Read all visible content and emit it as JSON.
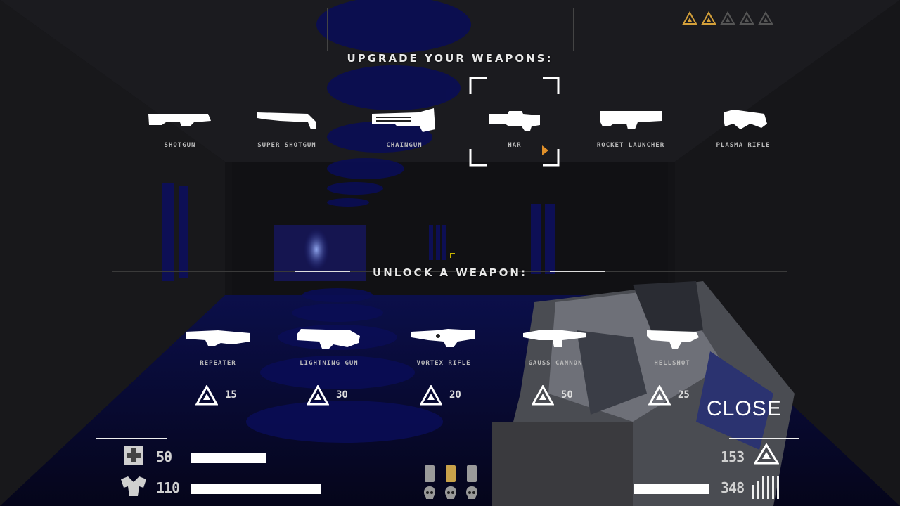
{
  "upgrade_title": "UPGRADE YOUR WEAPONS:",
  "unlock_title": "UNLOCK A WEAPON:",
  "upgrade_weapons": [
    {
      "label": "SHOTGUN",
      "icon": "shotgun-icon"
    },
    {
      "label": "SUPER SHOTGUN",
      "icon": "super-shotgun-icon"
    },
    {
      "label": "CHAINGUN",
      "icon": "chaingun-icon"
    },
    {
      "label": "HAR",
      "icon": "har-icon",
      "selected": true
    },
    {
      "label": "ROCKET LAUNCHER",
      "icon": "rocket-launcher-icon"
    },
    {
      "label": "PLASMA RIFLE",
      "icon": "plasma-rifle-icon"
    }
  ],
  "unlock_weapons": [
    {
      "label": "REPEATER",
      "cost": "15",
      "icon": "repeater-icon"
    },
    {
      "label": "LIGHTNING GUN",
      "cost": "30",
      "icon": "lightning-gun-icon"
    },
    {
      "label": "VORTEX RIFLE",
      "cost": "20",
      "icon": "vortex-rifle-icon"
    },
    {
      "label": "GAUSS CANNON",
      "cost": "50",
      "icon": "gauss-cannon-icon"
    },
    {
      "label": "HELLSHOT",
      "cost": "25",
      "icon": "hellshot-icon"
    }
  ],
  "close_label": "CLOSE",
  "hud": {
    "health": "50",
    "health_fraction": 0.5,
    "armor": "110",
    "armor_fraction": 1.0,
    "points": "153",
    "ammo": "348",
    "ammo_fraction": 1.0
  },
  "upgrade_tokens": {
    "filled": 2,
    "total": 5
  },
  "keycards": [
    {
      "color": "#9a9a9a"
    },
    {
      "color": "#c9a24a"
    },
    {
      "color": "#9a9a9a"
    }
  ],
  "colors": {
    "token_gold": "#d4a03a",
    "token_empty": "#555555",
    "accent": "#ffffff"
  }
}
